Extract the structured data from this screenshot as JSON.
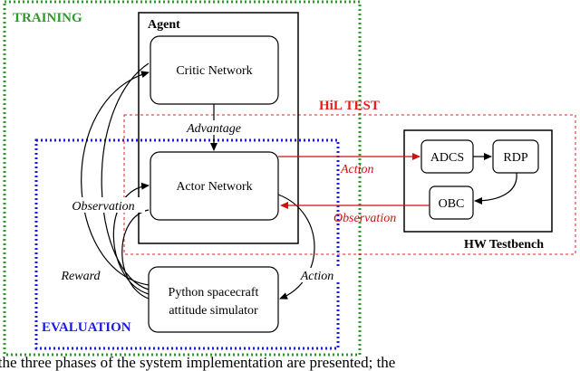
{
  "phases": {
    "training": "TRAINING",
    "hil_test": "HiL TEST",
    "evaluation": "EVALUATION"
  },
  "agent": {
    "title": "Agent",
    "critic": "Critic Network",
    "actor": "Actor Network",
    "advantage": "Advantage"
  },
  "simulator": {
    "line1": "Python spacecraft",
    "line2": "attitude simulator"
  },
  "testbench": {
    "title": "HW Testbench",
    "adcs": "ADCS",
    "rdp": "RDP",
    "obc": "OBC"
  },
  "flows": {
    "observation_left": "Observation",
    "reward": "Reward",
    "action_sim": "Action",
    "action_hw": "Action",
    "observation_hw": "Observation"
  },
  "caption": "e the three phases of the system implementation are presented; the",
  "colors": {
    "training": "#2e9a2e",
    "hil": "#e02020",
    "evaluation": "#1a1ae0",
    "hw_arrow": "#cc1111"
  }
}
